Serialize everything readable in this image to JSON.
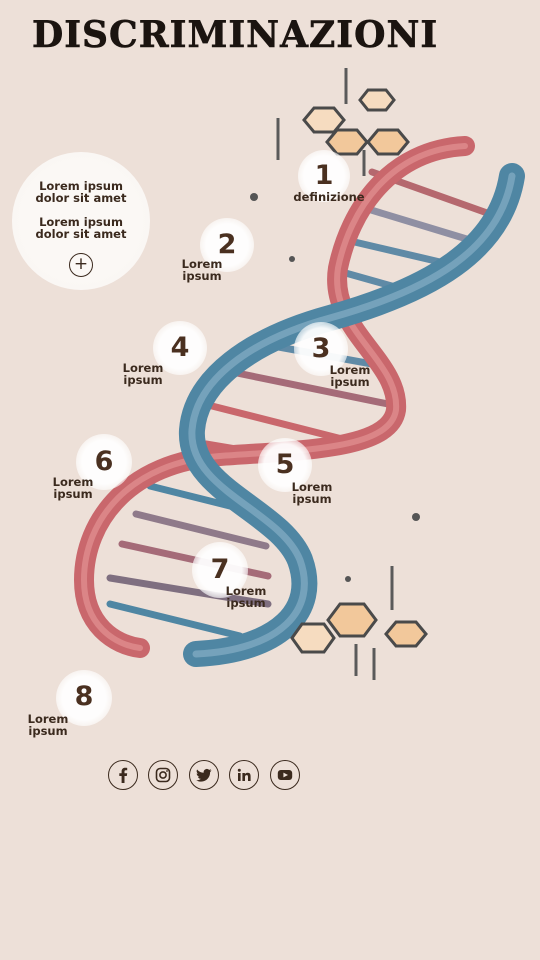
{
  "title": "DISCRIMINAZIONI",
  "intro": {
    "line1": "Lorem ipsum\ndolor sit amet",
    "line2": "Lorem ipsum\ndolor sit amet",
    "expand_icon": "plus-icon"
  },
  "markers": [
    {
      "number": "1",
      "label": "definizione"
    },
    {
      "number": "2",
      "label": "Lorem\nipsum"
    },
    {
      "number": "3",
      "label": "Lorem\nipsum"
    },
    {
      "number": "4",
      "label": "Lorem\nipsum"
    },
    {
      "number": "5",
      "label": "Lorem\nipsum"
    },
    {
      "number": "6",
      "label": "Lorem\nipsum"
    },
    {
      "number": "7",
      "label": "Lorem\nipsum"
    },
    {
      "number": "8",
      "label": "Lorem\nipsum"
    }
  ],
  "social": [
    {
      "icon": "facebook-icon"
    },
    {
      "icon": "instagram-icon"
    },
    {
      "icon": "twitter-icon"
    },
    {
      "icon": "linkedin-icon"
    },
    {
      "icon": "youtube-icon"
    }
  ],
  "colors": {
    "background": "#ede0d8",
    "strand_blue": "#4f86a3",
    "strand_red": "#c9676c",
    "hexagon_fill": "#f2c89b",
    "text": "#3b2a1e"
  }
}
